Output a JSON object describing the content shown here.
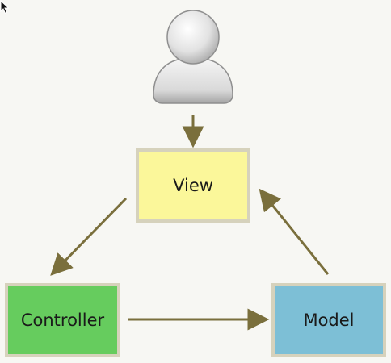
{
  "diagram": {
    "nodes": {
      "view": {
        "label": "View",
        "fill": "#fbf79a"
      },
      "controller": {
        "label": "Controller",
        "fill": "#66cc5e"
      },
      "model": {
        "label": "Model",
        "fill": "#7dbfd6"
      }
    },
    "edges": [
      {
        "from": "user",
        "to": "view"
      },
      {
        "from": "view",
        "to": "controller"
      },
      {
        "from": "controller",
        "to": "model"
      },
      {
        "from": "model",
        "to": "view"
      }
    ],
    "colors": {
      "arrow": "#7a6f3c",
      "border": "#d6d2bc",
      "background": "#f7f7f3"
    },
    "icons": {
      "user": "user-icon",
      "cursor": "mouse-cursor-icon"
    }
  }
}
